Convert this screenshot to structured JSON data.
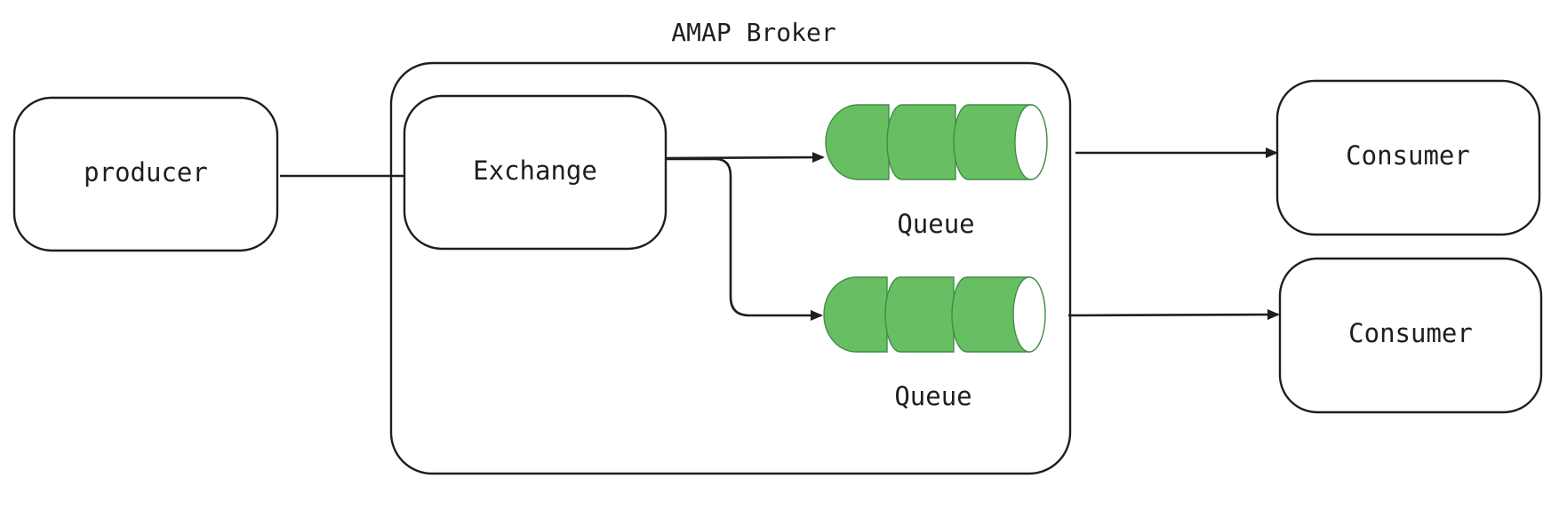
{
  "broker": {
    "title": "AMAP Broker"
  },
  "producer": {
    "label": "producer"
  },
  "exchange": {
    "label": "Exchange"
  },
  "queues": [
    {
      "label": "Queue"
    },
    {
      "label": "Queue"
    }
  ],
  "consumers": [
    {
      "label": "Consumer"
    },
    {
      "label": "Consumer"
    }
  ],
  "colors": {
    "queue_fill": "#68bf63",
    "queue_stroke": "#3f8e43",
    "ink": "#1e1e1e",
    "background": "#ffffff"
  }
}
